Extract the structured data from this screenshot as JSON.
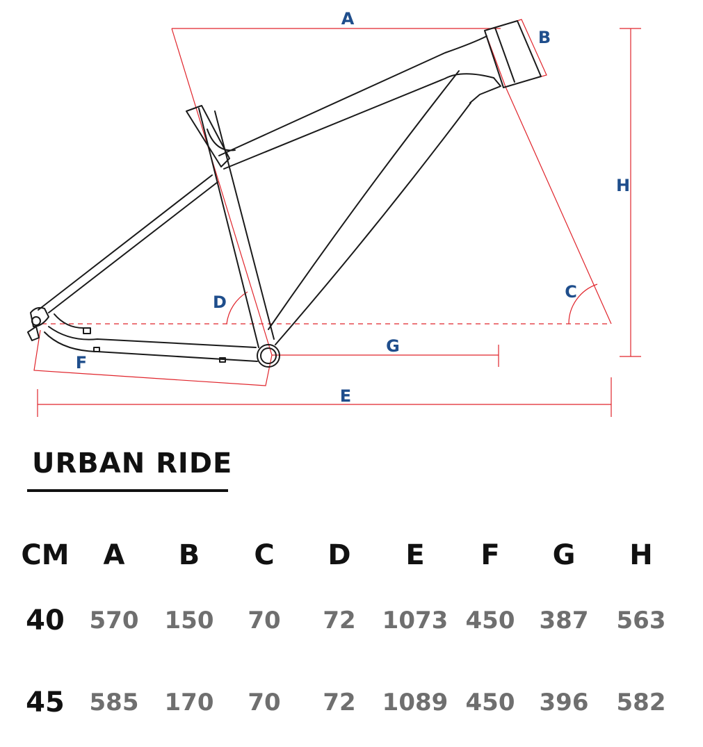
{
  "diagram_labels": {
    "A": "A",
    "B": "B",
    "C": "C",
    "D": "D",
    "E": "E",
    "F": "F",
    "G": "G",
    "H": "H"
  },
  "colors": {
    "frame": "#1a1a1a",
    "dimension_lines": "#e0242b",
    "dimension_labels": "#1f4e8c",
    "table_values": "#6f6f6f"
  },
  "title": "URBAN RIDE",
  "table": {
    "headers": [
      "CM",
      "A",
      "B",
      "C",
      "D",
      "E",
      "F",
      "G",
      "H"
    ],
    "rows": [
      {
        "size": "40",
        "values": [
          "570",
          "150",
          "70",
          "72",
          "1073",
          "450",
          "387",
          "563"
        ]
      },
      {
        "size": "45",
        "values": [
          "585",
          "170",
          "70",
          "72",
          "1089",
          "450",
          "396",
          "582"
        ]
      }
    ]
  }
}
